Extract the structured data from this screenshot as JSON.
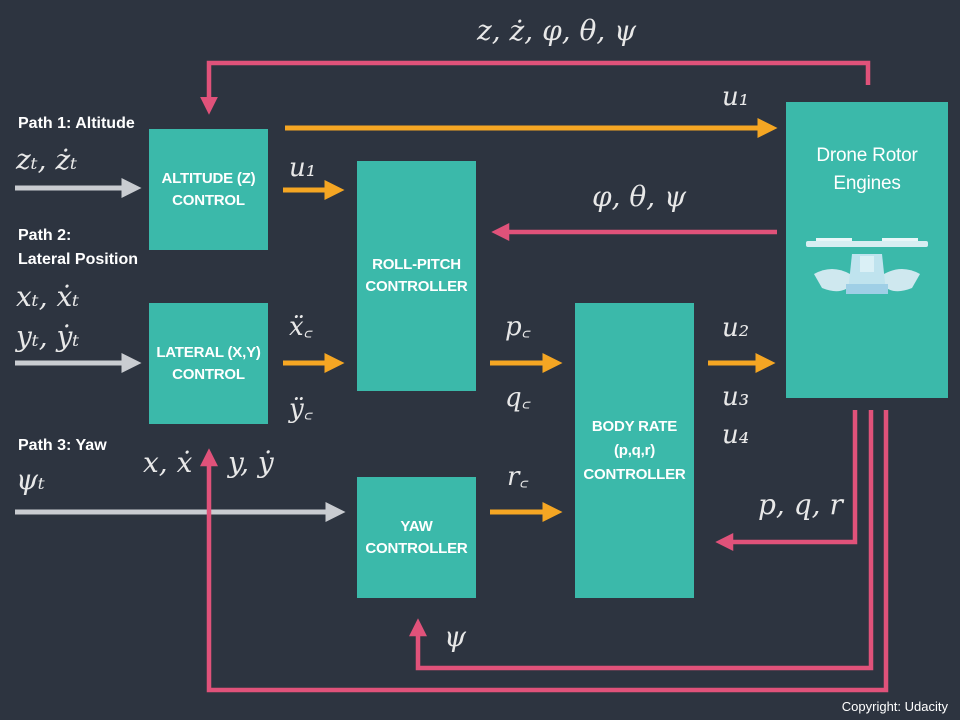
{
  "blocks": {
    "altitude": "ALTITUDE (Z)\nCONTROL",
    "lateral": "LATERAL (X,Y)\nCONTROL",
    "roll_pitch": "ROLL-PITCH\nCONTROLLER",
    "yaw": "YAW\nCONTROLLER",
    "body_rate": "BODY RATE\n(p,q,r)\nCONTROLLER",
    "drone": "Drone Rotor\nEngines"
  },
  "paths": {
    "path1": "Path 1: Altitude",
    "path2": "Path 2:\nLateral Position",
    "path3": "Path 3: Yaw"
  },
  "signals": {
    "feedback_top": "z, ż, φ, θ, ψ",
    "u1_top": "u₁",
    "z_input": "zₜ, żₜ",
    "u1_mid": "u₁",
    "attitude_feedback": "φ, θ, ψ",
    "x_input": "xₜ, ẋₜ",
    "y_input": "yₜ, ẏₜ",
    "xc": "ẍ꜀",
    "yc": "ÿ꜀",
    "pc": "p꜀",
    "qc": "q꜀",
    "u2": "u₂",
    "u3": "u₃",
    "u4": "u₄",
    "psi_input": "ψₜ",
    "xy_feedback_x": "x, ẋ",
    "xy_feedback_y": "y, ẏ",
    "rc": "r꜀",
    "pqr_feedback": "p, q, r",
    "psi_feedback": "ψ"
  },
  "colors": {
    "background": "#2d3440",
    "block": "#3bb9aa",
    "arrow_orange": "#f5a623",
    "arrow_pink": "#e0527a",
    "arrow_gray": "#c9ccd1"
  },
  "copyright": "Copyright: Udacity"
}
